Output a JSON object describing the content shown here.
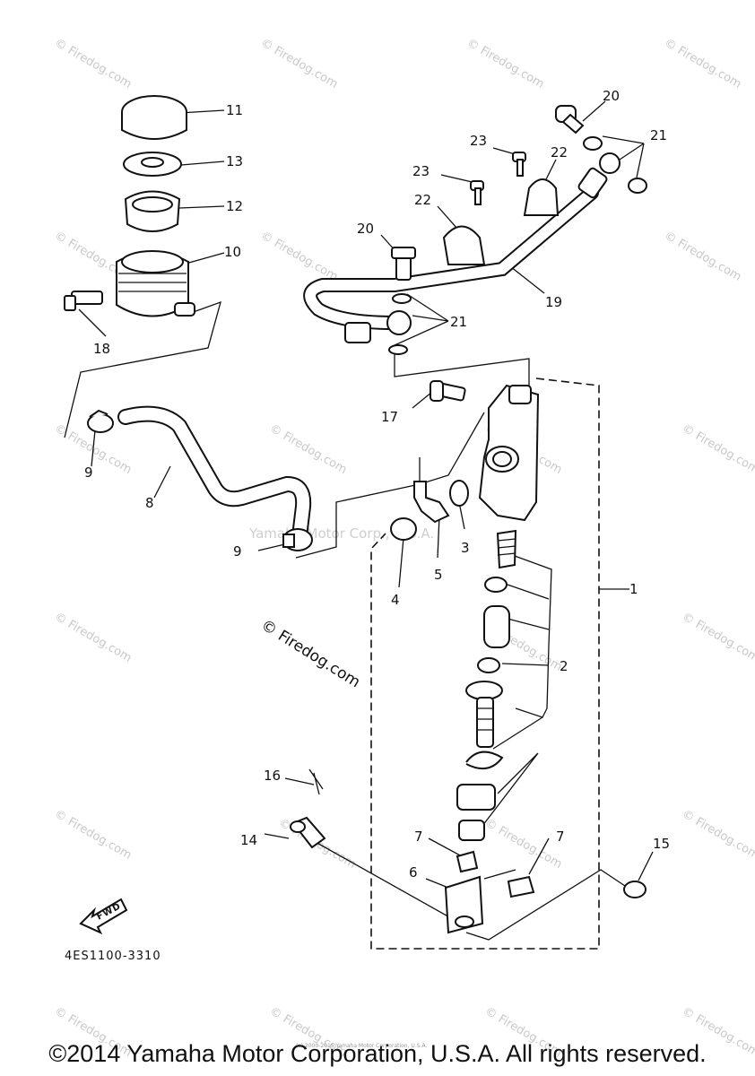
{
  "diagram": {
    "callouts": [
      "1",
      "2",
      "3",
      "4",
      "5",
      "6",
      "7",
      "7",
      "8",
      "9",
      "9",
      "10",
      "11",
      "12",
      "13",
      "14",
      "15",
      "16",
      "17",
      "18",
      "19",
      "20",
      "20",
      "21",
      "21",
      "22",
      "22",
      "23",
      "23"
    ],
    "diagram_code": "4ES1100-3310",
    "fwd_label": "FWD",
    "watermark_site": "© Firedog.com",
    "watermark_center": "© Firedog.com",
    "watermark_mid": "Yamaha Motor Corp., U.S.A."
  },
  "footer": {
    "copyright": "©2014 Yamaha Motor Corporation, U.S.A. All rights reserved.",
    "small_print": "(c) 2000-2015 Yamaha Motor Corporation, U.S.A."
  }
}
